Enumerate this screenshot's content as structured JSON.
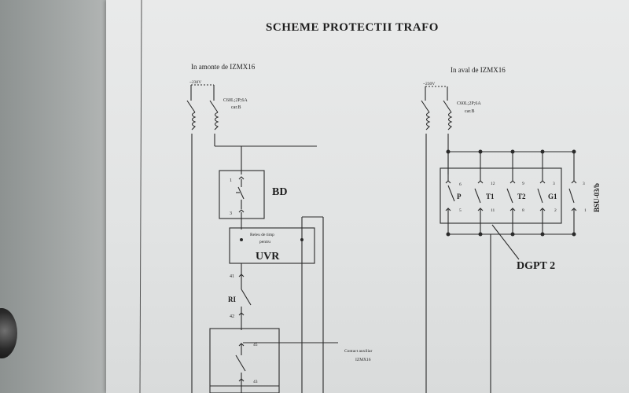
{
  "title": "SCHEME PROTECTII TRAFO",
  "left_section": {
    "heading": "In amonte de IZMX16",
    "voltage": "~230V",
    "breaker_line1": "C60L;2P;6A",
    "breaker_line2": "car.B",
    "bd_label": "BD",
    "bd_top_pin": "1",
    "bd_bottom_pin": "3",
    "relay_line1": "Releu de timp",
    "relay_line2": "pentru",
    "uvr_label": "UVR",
    "ri_top_pin": "41",
    "ri_label": "RI",
    "ri_bottom_pin": "42",
    "aux_top_pin": "45",
    "aux_bottom_pin": "43",
    "aux_note_line1": "Contact auxiliar",
    "aux_note_line2": "IZMX16"
  },
  "right_section": {
    "heading": "In aval de IZMX16",
    "voltage": "~230V",
    "breaker_line1": "C60L;2P;6A",
    "breaker_line2": "car.B",
    "contacts": [
      {
        "top_pin": "6",
        "label": "P",
        "bottom_pin": "5"
      },
      {
        "top_pin": "12",
        "label": "T1",
        "bottom_pin": "11"
      },
      {
        "top_pin": "9",
        "label": "T2",
        "bottom_pin": "8"
      },
      {
        "top_pin": "3",
        "label": "G1",
        "bottom_pin": "2"
      },
      {
        "top_pin": "3",
        "label": "BSU-03/b",
        "bottom_pin": "1"
      }
    ],
    "dgpt_label": "DGPT 2"
  },
  "colors": {
    "paper": "#e4e6e6",
    "ink": "#2a2a2a",
    "background": "#9ea3a2"
  }
}
